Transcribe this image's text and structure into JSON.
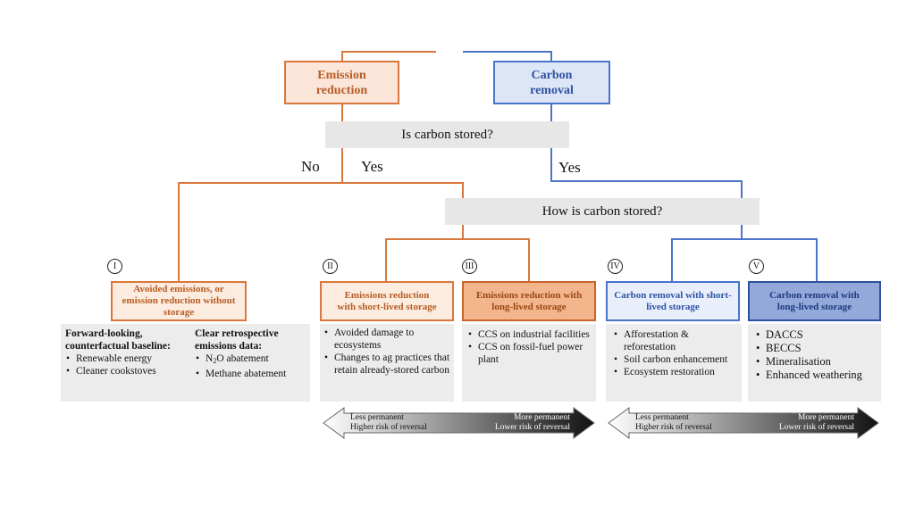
{
  "top": {
    "emission_reduction": "Emission reduction",
    "carbon_removal": "Carbon removal"
  },
  "questions": {
    "stored": "Is carbon stored?",
    "how": "How is carbon stored?"
  },
  "branch_labels": {
    "no": "No",
    "yes_left": "Yes",
    "yes_right": "Yes"
  },
  "categories": [
    {
      "numeral": "I",
      "label": "Avoided emissions, or emission reduction without storage"
    },
    {
      "numeral": "II",
      "label": "Emissions reduction with short-lived storage"
    },
    {
      "numeral": "III",
      "label": "Emissions reduction with long-lived storage"
    },
    {
      "numeral": "IV",
      "label": "Carbon removal with short-lived storage"
    },
    {
      "numeral": "V",
      "label": "Carbon removal with long-lived storage"
    }
  ],
  "panel_I": {
    "left_head": "Forward-looking, counterfactual baseline",
    "left_items": [
      "Renewable energy",
      "Cleaner cookstoves"
    ],
    "right_head": "Clear retrospective emissions data",
    "right_items_n2o_pre": "N",
    "right_items_n2o_sub": "2",
    "right_items_n2o_post": "O abatement",
    "right_items_methane": "Methane abatement"
  },
  "panel_II": [
    "Avoided damage to ecosystems",
    "Changes to ag practices that retain already-stored carbon"
  ],
  "panel_III": [
    "CCS on industrial facilities",
    "CCS on fossil-fuel power plant"
  ],
  "panel_IV": [
    "Afforestation & reforestation",
    "Soil carbon enhancement",
    "Ecosystem restoration"
  ],
  "panel_V": [
    "DACCS",
    "BECCS",
    "Mineralisation",
    "Enhanced weathering"
  ],
  "arrows": {
    "less_1": "Less permanent",
    "less_2": "Higher risk of reversal",
    "more_1": "More permanent",
    "more_2": "Lower risk of reversal"
  },
  "colors": {
    "orange": "#d9773e",
    "blue": "#4a74c9"
  }
}
